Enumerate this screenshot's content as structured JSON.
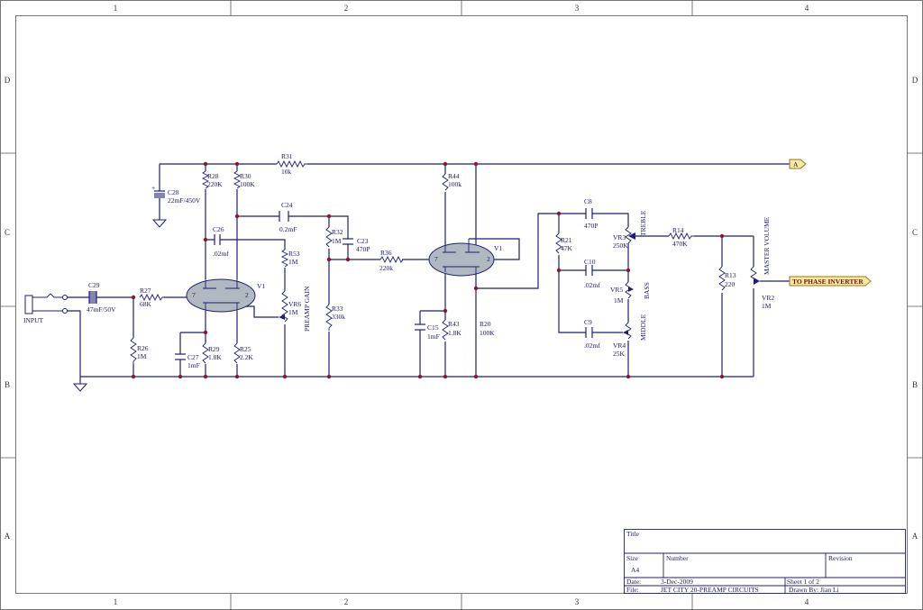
{
  "sheet": {
    "columns": [
      "1",
      "2",
      "3",
      "4"
    ],
    "rows": [
      "D",
      "C",
      "B",
      "A"
    ]
  },
  "components": {
    "input": "INPUT",
    "c29": "C29",
    "c29_val": "47mF/50V",
    "r27": "R27",
    "r27_val": "68K",
    "r26": "R26",
    "r26_val": "1M",
    "c28": "C28",
    "c28_val": "22mF/450V",
    "r28": "R28",
    "r28_val": "220K",
    "r30": "R30",
    "r30_val": "100K",
    "r31": "R31",
    "r31_val": "10k",
    "c26": "C26",
    "c26_val": ".02mf",
    "c24": "C24",
    "c24_val": "0.2mF",
    "r53": "R53",
    "r53_val": "1M",
    "v1a": "V1",
    "vr6": "VR6",
    "vr6_val": "1M",
    "preamp_gain": "PREAMP GAIN",
    "r29": "R29",
    "r29_val": "1.8K",
    "c27": "C27",
    "c27_val": "1mF",
    "r25": "R25",
    "r25_val": "2.2K",
    "r32": "R32",
    "r32_val": "1M",
    "c23": "C23",
    "c23_val": "470P",
    "r36": "R36",
    "r36_val": "220k",
    "r33": "R33",
    "r33_val": "330k",
    "r44": "R44",
    "r44_val": "100k",
    "v1b": "V1",
    "c15": "C15",
    "c15_val": "1mF",
    "r43": "R43",
    "r43_val": "1.8K",
    "r20": "R20",
    "r20_val": "100K",
    "c8": "C8",
    "c8_val": "470P",
    "r21": "R21",
    "r21_val": "47K",
    "c10": "C10",
    "c10_val": ".02mf",
    "c9": "C9",
    "c9_val": ".02mf",
    "vr3": "VR3",
    "vr3_val": "250K",
    "treble": "TREBLE",
    "vr5": "VR5",
    "vr5_val": "1M",
    "bass": "BASS",
    "vr4": "VR4",
    "vr4_val": "25K",
    "middle": "MIDDLE",
    "r14": "R14",
    "r14_val": "470K",
    "r13": "R13",
    "r13_val": "220",
    "vr2": "VR2",
    "vr2_val": "1M",
    "master_volume": "MASTER VOLUME",
    "port_a": "A",
    "port_phase": "TO PHASE INVERTER",
    "tube_pin7": "7",
    "tube_pin2": "2"
  },
  "title_block": {
    "title_label": "Title",
    "size_label": "Size",
    "size_value": "A4",
    "number_label": "Number",
    "revision_label": "Revision",
    "date_label": "Date:",
    "date_value": "3-Dec-2009",
    "file_label": "File:",
    "file_value": "JET CITY 20-PREAMP  CIRCUITS",
    "sheet_text": "Sheet   1 of  2",
    "drawn_by": "Drawn By: Jian Li"
  },
  "colors": {
    "wire": "#1e1e78",
    "junction": "#8b1a1a",
    "tube": "#b0b8c0",
    "port": "#f5e8a0"
  }
}
